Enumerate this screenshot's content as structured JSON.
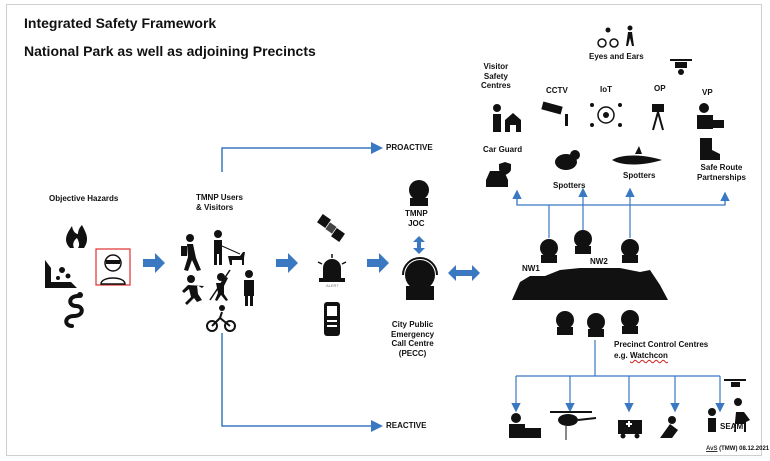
{
  "title": "Integrated Safety Framework",
  "subtitle": "National Park as well as adjoining Precincts",
  "labels": {
    "objective_hazards": "Objective Hazards",
    "tmnp_users": "TMNP Users\n& Visitors",
    "proactive": "PROACTIVE",
    "reactive": "REACTIVE",
    "tmnp_joc": "TMNP\nJOC",
    "pecc": "City Public\nEmergency\nCall Centre\n(PECC)",
    "eyes_ears": "Eyes and Ears",
    "visitor_safety": "Visitor\nSafety\nCentres",
    "cctv": "CCTV",
    "iot": "IoT",
    "op": "OP",
    "vp": "VP",
    "car_guard": "Car Guard",
    "spotters_1": "Spotters",
    "spotters_2": "Spotters",
    "safe_route": "Safe Route\nPartnerships",
    "nw1": "NW1",
    "nw2": "NW2",
    "precinct": "Precinct Control Centres",
    "eg": "e.g.",
    "watchcon": "Watchcon",
    "seam": "SEAM",
    "alert": "ALERT"
  },
  "footer": {
    "initials": "AvS",
    "rest": "(TMW) 08.12.2021"
  },
  "colors": {
    "arrow": "#3a78c2",
    "icon": "#111111",
    "accent": "#e03030"
  },
  "icons": [
    "fire-icon",
    "rockfall-icon",
    "snake-icon",
    "masked-criminal-icon",
    "hiker-icon",
    "dog-walker-icon",
    "runner-icon",
    "climber-icon",
    "cyclist-icon",
    "figure-icon",
    "satellite-icon",
    "siren-icon",
    "radio-icon",
    "operator-headset-icon",
    "mountain-icon",
    "police-icon",
    "helicopter-icon",
    "ambulance-icon",
    "rescue-icon",
    "drone-icon",
    "dog-icon",
    "car-shield-icon",
    "baboon-icon",
    "shark-icon",
    "boot-icon",
    "cctv-icon",
    "iot-icon",
    "camera-tripod-icon",
    "police-officer-icon"
  ]
}
